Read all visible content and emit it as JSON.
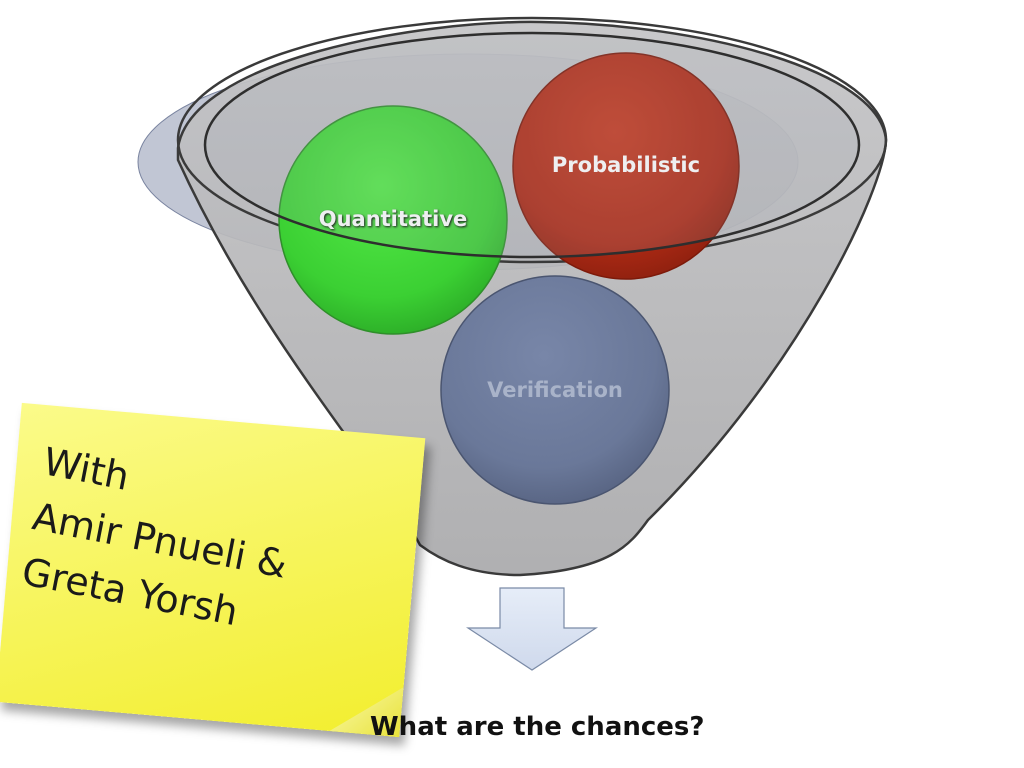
{
  "diagram": {
    "circles": [
      {
        "label": "Quantitative",
        "fill": "#3fd63a",
        "text_color": "#ffffff"
      },
      {
        "label": "Probabilistic",
        "fill": "#b32d17",
        "text_color": "#ffffff"
      },
      {
        "label": "Verification",
        "fill": "#6c7a9c",
        "text_color": "#a9b3c9"
      }
    ],
    "funnel_color": "#b4b4b6",
    "arrow_color": "#dde5f4"
  },
  "sticky_note": {
    "lines": "With\nAmir Pnueli &\nGreta Yorsh",
    "color": "#f7f560"
  },
  "caption": "What are the chances?"
}
